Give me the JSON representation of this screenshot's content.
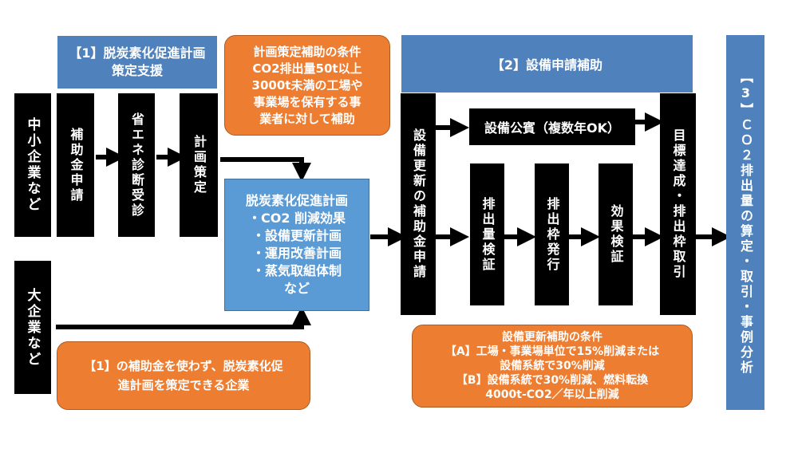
{
  "section1_title": "【1】脱炭素化促進計画\n策定支援",
  "sme_label": "中小企業など",
  "large_label": "大企業など",
  "step_subsidy_apply": "補助金申請",
  "step_energy_audit": "省エネ診断受診",
  "step_plan": "計画策定",
  "plan_condition": "計画策定補助の条件\nCO2排出量50t以上\n3000t未満の工場や\n事業場を保有する事\n業者に対して補助",
  "decarb_plan": {
    "title": "脱炭素化促進計画",
    "items": [
      "・CO2 削減効果",
      "・設備更新計画",
      "・運用改善計画",
      "・蒸気取組体制"
    ],
    "tail": "など"
  },
  "large_note": "【1】の補助金を使わず、脱炭素化促\n進計画を策定できる企業",
  "section2_title": "【2】設備申請補助",
  "equipment_subsidy_apply": "設備更新の補助金申請",
  "equipment_public": "設備公賓（複数年OK）",
  "emission_verify": "排出量検証",
  "quota_issue": "排出枠発行",
  "effect_verify": "効果検証",
  "goal_trade": "目標達成・排出枠取引",
  "equipment_condition": {
    "title": "設備更新補助の条件",
    "a": "【A】工場・事業場単位で15%削減または\n設備系統で30%削減",
    "b": "【B】設備系統で30%削減、燃料転換\n4000t-CO2／年以上削減"
  },
  "section3_title": "【3】ＣＯ２排出量の算定・取引・事例分析"
}
